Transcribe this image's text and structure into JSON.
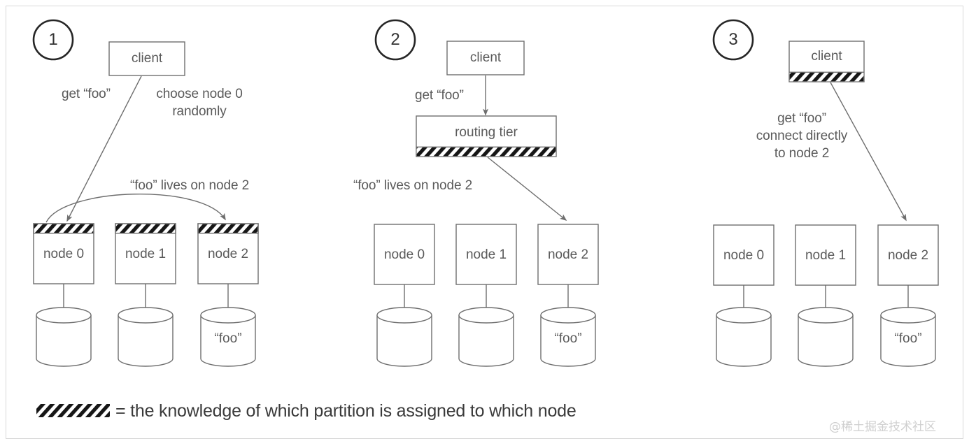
{
  "figure": {
    "title": "Partition routing strategies diagram",
    "background": "#ffffff",
    "border_color": "#d8d8d8",
    "stroke_color": "#6e6e6e",
    "text_color": "#5a5a5a",
    "hatch_color": "#1a1a1a"
  },
  "panels": [
    {
      "step": "1",
      "client_label": "client",
      "client_hatched": false,
      "annotations": [
        {
          "text": "get “foo”"
        },
        {
          "text": "choose node 0\nrandomly"
        },
        {
          "text": "“foo” lives on node 2"
        }
      ],
      "nodes": [
        {
          "label": "node 0",
          "hatched": true,
          "store": ""
        },
        {
          "label": "node 1",
          "hatched": true,
          "store": ""
        },
        {
          "label": "node 2",
          "hatched": true,
          "store": "“foo”"
        }
      ]
    },
    {
      "step": "2",
      "client_label": "client",
      "client_hatched": false,
      "router_label": "routing tier",
      "router_hatched": true,
      "annotations": [
        {
          "text": "get “foo”"
        },
        {
          "text": "“foo” lives on node 2"
        }
      ],
      "nodes": [
        {
          "label": "node 0",
          "hatched": false,
          "store": ""
        },
        {
          "label": "node 1",
          "hatched": false,
          "store": ""
        },
        {
          "label": "node 2",
          "hatched": false,
          "store": "“foo”"
        }
      ]
    },
    {
      "step": "3",
      "client_label": "client",
      "client_hatched": true,
      "annotations": [
        {
          "text": "get “foo”\nconnect directly\nto node 2"
        }
      ],
      "nodes": [
        {
          "label": "node 0",
          "hatched": false,
          "store": ""
        },
        {
          "label": "node 1",
          "hatched": false,
          "store": ""
        },
        {
          "label": "node 2",
          "hatched": false,
          "store": "“foo”"
        }
      ]
    }
  ],
  "legend": {
    "equals": "=",
    "text": "= the knowledge of which partition is assigned to which node"
  },
  "watermark": "@稀土掘金技术社区"
}
